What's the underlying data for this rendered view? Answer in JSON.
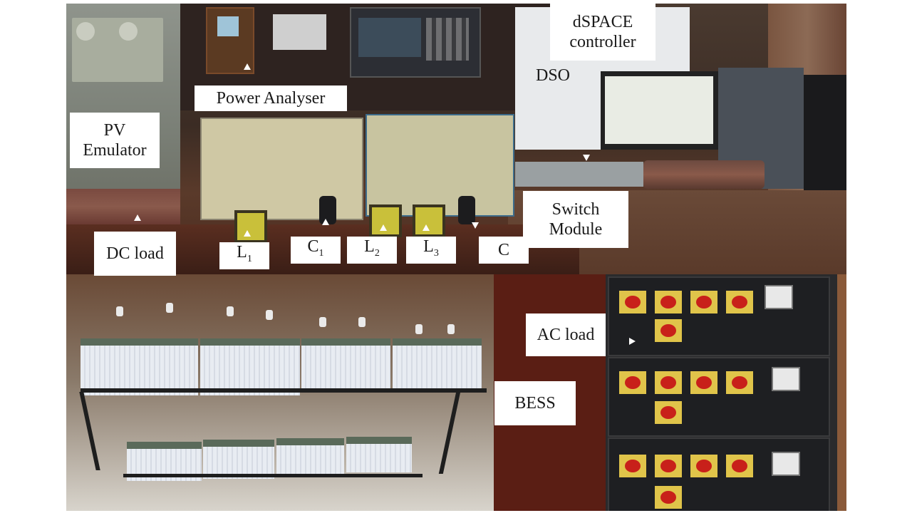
{
  "figure": {
    "description": "Laboratory hardware setup photograph with component labels",
    "labels": {
      "pv_emulator": [
        "PV",
        "Emulator"
      ],
      "power_analyser": "Power Analyser",
      "dspace_controller": [
        "dSPACE",
        "controller"
      ],
      "dso": "DSO",
      "switch_module": [
        "Switch",
        "Module"
      ],
      "dc_load": "DC load",
      "l1": {
        "base": "L",
        "sub": "1"
      },
      "c1": {
        "base": "C",
        "sub": "1"
      },
      "l2": {
        "base": "L",
        "sub": "2"
      },
      "l3": {
        "base": "L",
        "sub": "3"
      },
      "c": "C",
      "ac_load": "AC load",
      "bess": "BESS"
    }
  }
}
